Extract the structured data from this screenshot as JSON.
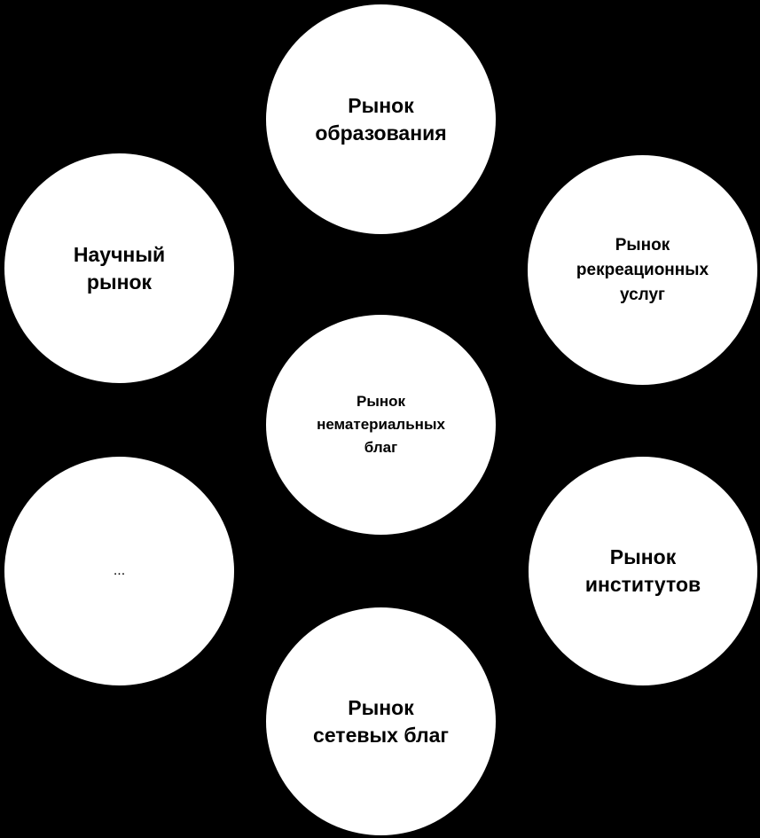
{
  "diagram": {
    "center": {
      "label": "Рынок\nнематериальных\nблаг"
    },
    "nodes": {
      "education": {
        "label": "Рынок\nобразования"
      },
      "science": {
        "label": "Научный\nрынок"
      },
      "recreation": {
        "label": "Рынок\nрекреационных\nуслуг"
      },
      "institutions": {
        "label": "Рынок\nинститутов"
      },
      "network_goods": {
        "label": "Рынок\nсетевых благ"
      },
      "more": {
        "label": "..."
      }
    },
    "colors": {
      "background": "#000000",
      "circle_fill": "#ffffff",
      "text": "#000000"
    }
  }
}
